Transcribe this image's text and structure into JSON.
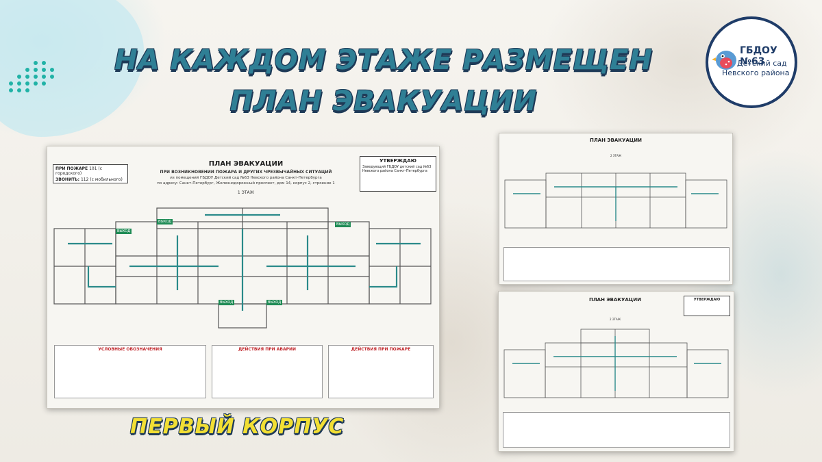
{
  "header": {
    "title_line1": "НА КАЖДОМ ЭТАЖЕ РАЗМЕЩЕН",
    "title_line2": "ПЛАН ЭВАКУАЦИИ"
  },
  "caption": "ПЕРВЫЙ КОРПУС",
  "logo": {
    "name": "ГБДОУ №63",
    "line1": "Детский сад",
    "line2": "Невского района"
  },
  "plan_main": {
    "title": "ПЛАН ЭВАКУАЦИИ",
    "subtitle": "ПРИ ВОЗНИКНОВЕНИИ ПОЖАРА И ДРУГИХ ЧРЕЗВЫЧАЙНЫХ СИТУАЦИЙ",
    "from_text": "из помещений ГБДОУ Детский сад №63 Невского района Санкт-Петербурга",
    "address": "по адресу: Санкт-Петербург, Железнодорожный проспект, дом 14, корпус 2, строение 1",
    "floor": "1 ЭТАЖ",
    "fire_label": "ПРИ ПОЖАРЕ",
    "fire_number": "101 (с городского)",
    "call_label": "ЗВОНИТЬ:",
    "call_number": "112 (с мобильного)",
    "approve_title": "УТВЕРЖДАЮ",
    "approve_text": "Заведующий ГБДОУ детский сад №63 Невского района Санкт-Петербурга",
    "legend_title": "УСЛОВНЫЕ ОБОЗНАЧЕНИЯ",
    "actions_accident": "ДЕЙСТВИЯ ПРИ АВАРИИ",
    "actions_fire": "ДЕЙСТВИЯ ПРИ ПОЖАРЕ",
    "exit_label": "ВЫХОД"
  },
  "plan_tr": {
    "title": "ПЛАН ЭВАКУАЦИИ",
    "floor": "2 ЭТАЖ"
  },
  "plan_br": {
    "title": "ПЛАН ЭВАКУАЦИИ",
    "approve_title": "УТВЕРЖДАЮ",
    "floor": "2 ЭТАЖ"
  },
  "colors": {
    "title": "#2f7f95",
    "outline": "#1e3a57",
    "caption": "#f2df34",
    "logo_ring": "#1f3c68",
    "route": "#2a8a8a"
  }
}
